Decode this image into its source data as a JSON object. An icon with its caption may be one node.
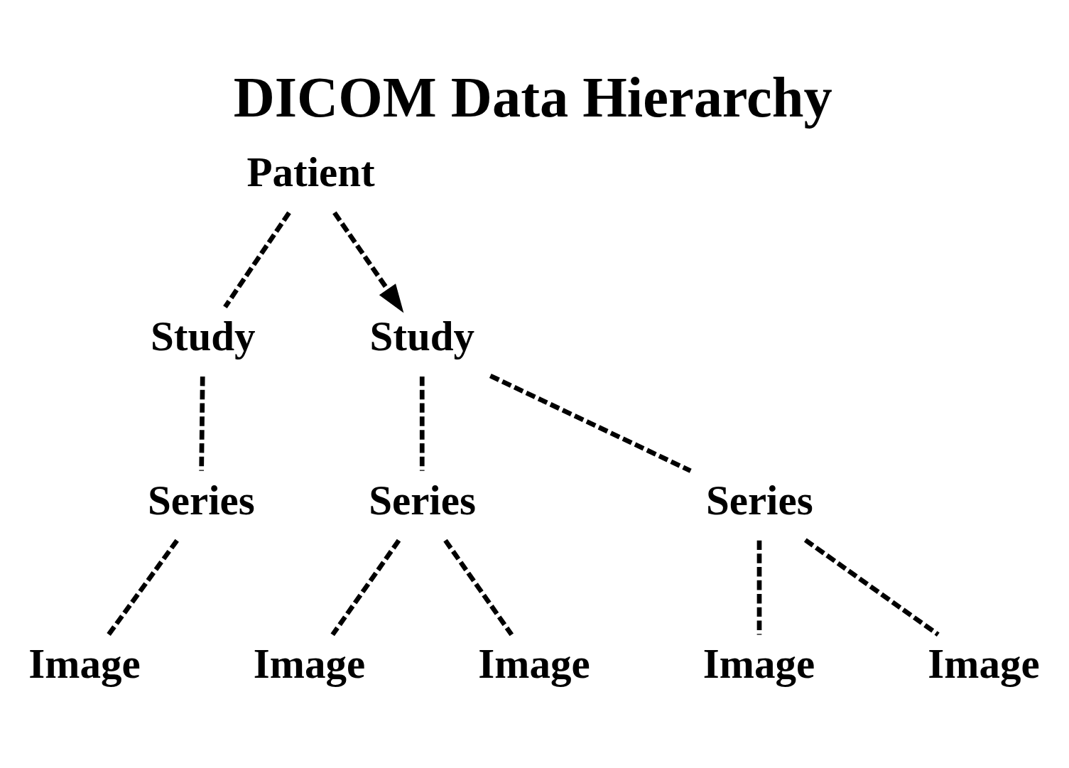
{
  "diagram": {
    "title": "DICOM Data Hierarchy",
    "nodes": [
      {
        "text": [
          "Patient"
        ]
      },
      {
        "text": [
          "Study"
        ]
      },
      {
        "text": [
          "Study"
        ]
      },
      {
        "text": [
          "Series"
        ]
      },
      {
        "text": [
          "Series"
        ]
      },
      {
        "text": [
          "Series"
        ]
      },
      {
        "text": [
          "Image"
        ]
      },
      {
        "text": [
          "Image"
        ]
      },
      {
        "text": [
          "Image"
        ]
      },
      {
        "text": [
          "Image"
        ]
      },
      {
        "text": [
          "Image"
        ]
      }
    ],
    "edges": [
      {
        "from": 0,
        "to": 1,
        "arrow": "none",
        "style": "dashed"
      },
      {
        "from": 0,
        "to": 2,
        "arrow": "to",
        "style": "dashed"
      },
      {
        "from": 1,
        "to": 3,
        "arrow": "none",
        "style": "dashed"
      },
      {
        "from": 2,
        "to": 4,
        "arrow": "none",
        "style": "dashed"
      },
      {
        "from": 2,
        "to": 5,
        "arrow": "none",
        "style": "dashed"
      },
      {
        "from": 3,
        "to": 6,
        "arrow": "none",
        "style": "dashed"
      },
      {
        "from": 4,
        "to": 7,
        "arrow": "none",
        "style": "dashed"
      },
      {
        "from": 4,
        "to": 8,
        "arrow": "none",
        "style": "dashed"
      },
      {
        "from": 5,
        "to": 9,
        "arrow": "none",
        "style": "dashed"
      },
      {
        "from": 5,
        "to": 10,
        "arrow": "none",
        "style": "dashed"
      }
    ]
  }
}
